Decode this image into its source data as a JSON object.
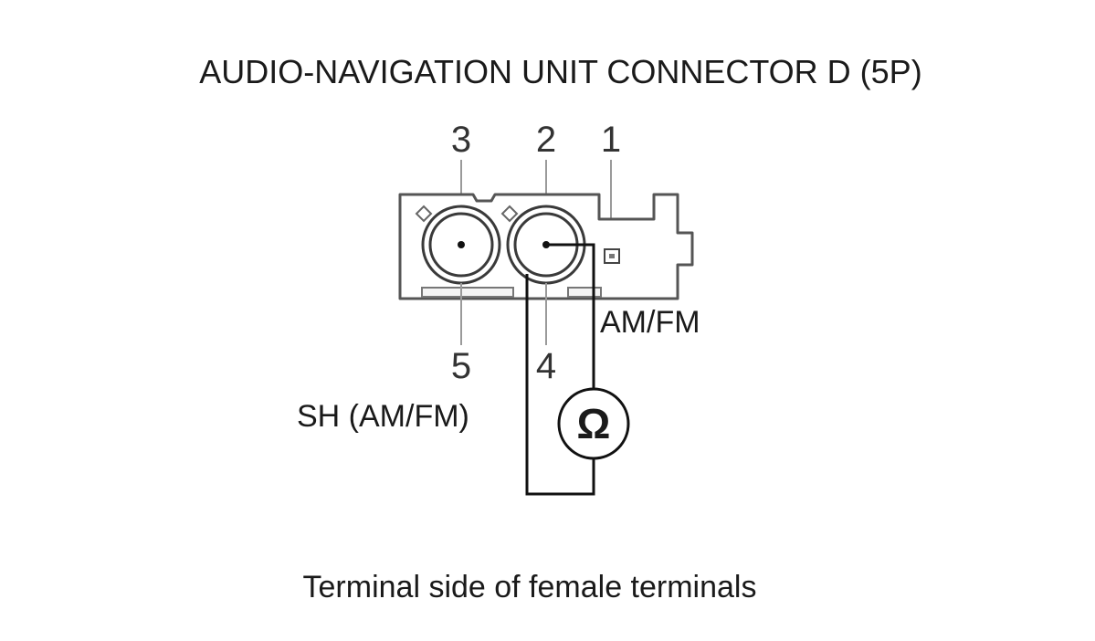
{
  "diagram": {
    "title": "AUDIO-NAVIGATION UNIT CONNECTOR D (5P)",
    "pins": {
      "p1": "1",
      "p2": "2",
      "p3": "3",
      "p4": "4",
      "p5": "5"
    },
    "labels": {
      "am_fm": "AM/FM",
      "sh_am_fm": "SH (AM/FM)"
    },
    "meter_symbol": "Ω",
    "caption": "Terminal side of female terminals"
  }
}
